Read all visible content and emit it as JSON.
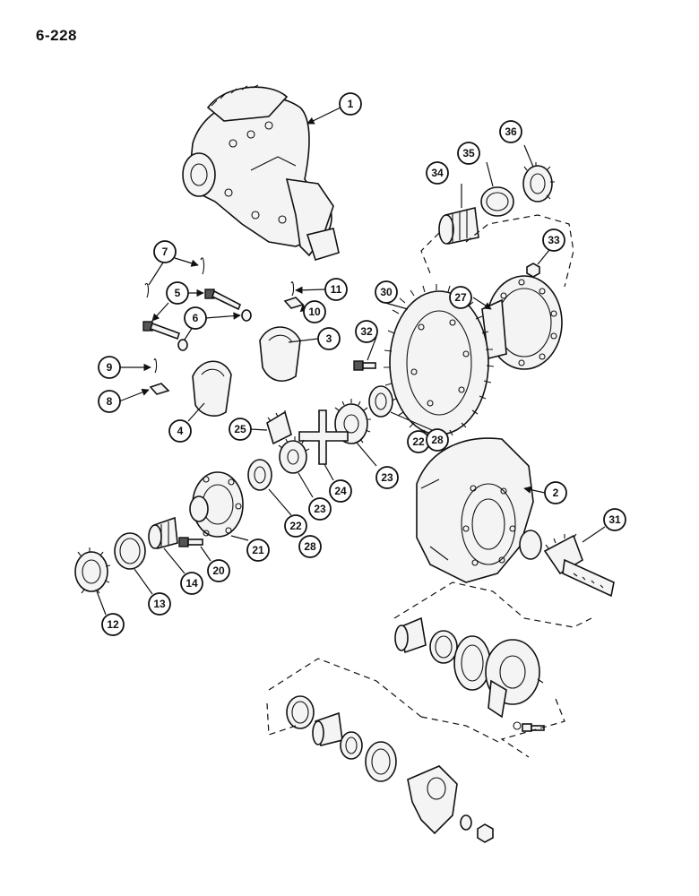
{
  "page": {
    "number": "6-228"
  },
  "callouts": [
    "1",
    "2",
    "3",
    "4",
    "5",
    "6",
    "7",
    "8",
    "9",
    "10",
    "11",
    "12",
    "13",
    "14",
    "20",
    "21",
    "22",
    "23",
    "24",
    "25",
    "27",
    "28",
    "30",
    "31",
    "32",
    "33",
    "34",
    "35",
    "36"
  ]
}
